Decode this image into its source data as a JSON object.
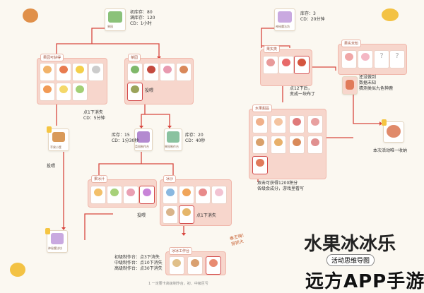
{
  "top_left_machine": {
    "stats": [
      "初库存：80",
      "满库存：120",
      "CD：1小时"
    ],
    "label": "果园"
  },
  "top_right_machine": {
    "stats": [
      "库存：3",
      "CD：20分钟"
    ],
    "label": "神秘魔法坊"
  },
  "panels": {
    "fruit_seed": {
      "title": "果园可获得"
    },
    "veg": {
      "title": "菜园"
    },
    "right_top": {
      "title": "果实类"
    },
    "question": {
      "title": "果实未知"
    },
    "mid_right": {
      "title": "水果甜品"
    },
    "bottom_left": {
      "title": "果冰汁"
    },
    "bottom_mid": {
      "title": "冰沙"
    },
    "bottom_workshop": {
      "title": "冰冰工作台"
    }
  },
  "notes": {
    "click1": "点1下消失\nCD：5分钟",
    "put_candy_1": "投喂",
    "put_candy_2": "投喂",
    "put_candy_3": "投喂",
    "stock_15": "库存：15\nCD：1分30秒",
    "stock_20": "库存：20\nCD：40秒",
    "click_12": "点12下后，\n变成一块布丁",
    "unknown": "还没做到\n数据未知\n猜测类似九色神鹿",
    "double_click": "双击可获得1200积分\n各级会成分，游戏里看写",
    "final_reward": "本次活动唯一收纳",
    "click_vanish": "点1下消失",
    "levels": "初级制作台：点3下消失\n中级制作台：点10下消失\n高级制作台：点30下消失",
    "footnote": "1 一定要卡高级制作台，初、中级巨亏",
    "speech": "拳王嗨！\n穿抓大"
  },
  "labels": {
    "basket": "苹果小筐",
    "bottom_machine": "神秘魔法坊",
    "veg_left": "菜园制作台",
    "veg_right": "果园制作台"
  },
  "title": "水果冰冰乐",
  "mindmap_tag": "活动思维导图",
  "watermark": "远方APP手游网",
  "colors": {
    "accent": "#e8a090",
    "line": "#d8473f",
    "panel": "#f7d6cc"
  }
}
